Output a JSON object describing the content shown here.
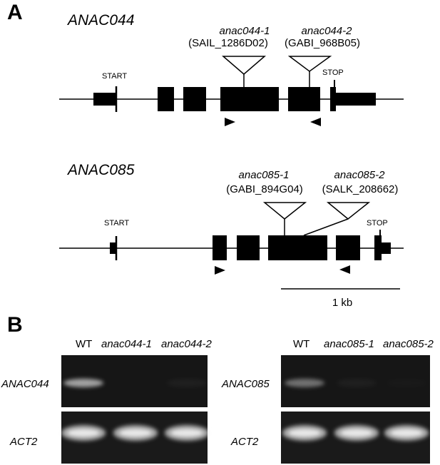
{
  "panel_a": {
    "letter": "A",
    "genes": [
      {
        "name": "ANAC044",
        "start_label": "START",
        "stop_label": "STOP",
        "insertions": [
          {
            "allele": "anac044-1",
            "line": "(SAIL_1286D02)"
          },
          {
            "allele": "anac044-2",
            "line": "(GABI_968B05)"
          }
        ]
      },
      {
        "name": "ANAC085",
        "start_label": "START",
        "stop_label": "STOP",
        "insertions": [
          {
            "allele": "anac085-1",
            "line": "(GABI_894G04)"
          },
          {
            "allele": "anac085-2",
            "line": "(SALK_208662)"
          }
        ]
      }
    ],
    "scale_bar_label": "1 kb"
  },
  "panel_b": {
    "letter": "B",
    "gels": [
      {
        "lanes": [
          "WT",
          "anac044-1",
          "anac044-2"
        ],
        "rows": [
          {
            "label": "ANAC044",
            "band_intensity": [
              0.85,
              0,
              0.05
            ]
          },
          {
            "label": "ACT2",
            "band_intensity": [
              0.9,
              0.9,
              0.9
            ]
          }
        ]
      },
      {
        "lanes": [
          "WT",
          "anac085-1",
          "anac085-2"
        ],
        "rows": [
          {
            "label": "ANAC085",
            "band_intensity": [
              0.55,
              0.05,
              0.02
            ]
          },
          {
            "label": "ACT2",
            "band_intensity": [
              0.9,
              0.9,
              0.9
            ]
          }
        ]
      }
    ]
  },
  "colors": {
    "ink": "#000000",
    "gel_bg": "#161616",
    "band": "#f2f2f2"
  }
}
